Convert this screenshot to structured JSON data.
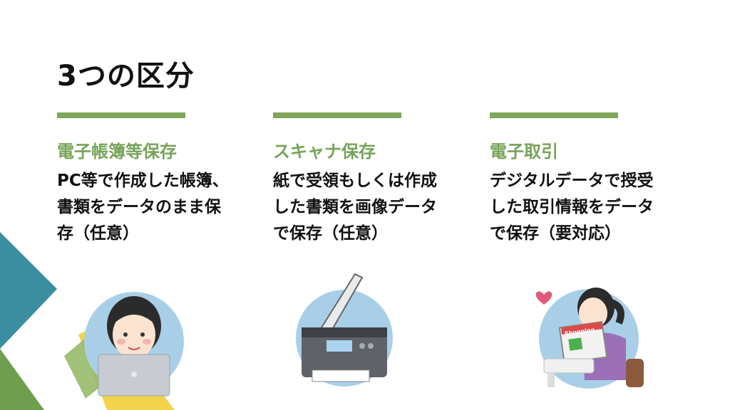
{
  "slide": {
    "title": "3つの区分",
    "columns": [
      {
        "heading": "電子帳簿等保存",
        "body": "PC等で作成した帳簿、書類をデータのまま保存（任意）"
      },
      {
        "heading": "スキャナ保存",
        "body": "紙で受領もしくは作成した書類を画像データで保存（任意）"
      },
      {
        "heading": "電子取引",
        "body": "デジタルデータで授受した取引情報をデータで保存（要対応）"
      }
    ],
    "shopping_label": "Shopping"
  },
  "colors": {
    "accent_green": "#7fa659",
    "heading_green": "#76a35a",
    "teal": "#3b8da0",
    "yellow": "#f2d34a"
  }
}
